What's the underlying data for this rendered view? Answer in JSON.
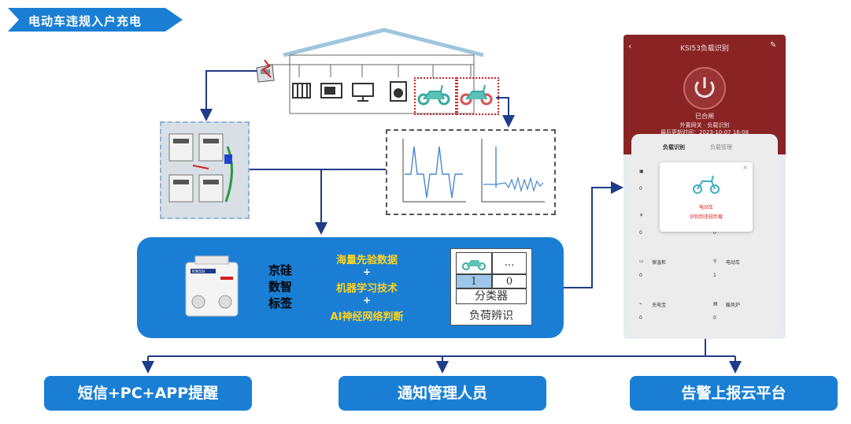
{
  "title": "电动车违规入户充电",
  "device_brand": "KINSSI",
  "tech_panel": {
    "device_label": "京硅数智标签",
    "line1": "海量先验数据",
    "plus1": "+",
    "line2": "机器学习技术",
    "plus2": "+",
    "line3": "AI神经网络判断"
  },
  "classifier": {
    "ellipsis": "…",
    "one": "1",
    "zero": "0",
    "classifier_label": "分类器",
    "load_label": "负荷辨识"
  },
  "phone": {
    "header": "KSI53负载识别",
    "status": "已合闸",
    "sub_status": "外置网关 · 负载识别",
    "updated": "最后更新时间：2023-10-07 16:08",
    "tab_active": "负载识别",
    "tab_inactive": "负载管理",
    "popup_title": "电动车",
    "popup_message": "识别到违规负载",
    "items": [
      {
        "name": "",
        "count": "0"
      },
      {
        "name": "",
        "count": "0"
      },
      {
        "name": "",
        "count": "0"
      },
      {
        "name": "",
        "count": "0"
      },
      {
        "name": "保温柜",
        "count": "0"
      },
      {
        "name": "电动车",
        "count": "1"
      },
      {
        "name": "充电宝",
        "count": "0"
      },
      {
        "name": "暖风炉",
        "count": "0"
      }
    ]
  },
  "buttons": {
    "notify": "短信+PC+APP提醒",
    "manager": "通知管理人员",
    "report": "告警上报云平台"
  },
  "colors": {
    "panel_blue": "#1a7fd4",
    "highlight": "#ffd21f",
    "phone_red": "#8a2424",
    "alert_red": "#e02020"
  }
}
